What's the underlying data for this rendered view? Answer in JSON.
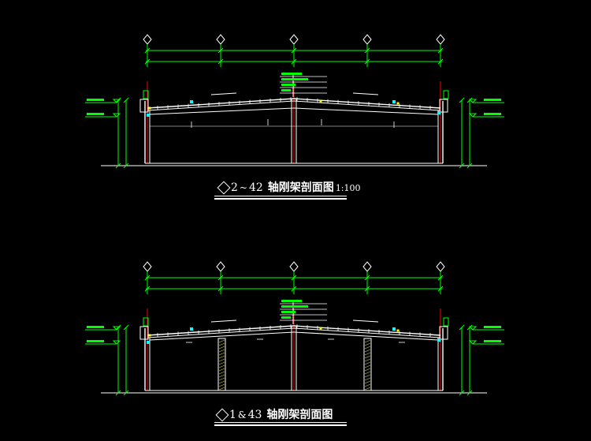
{
  "drawing_1": {
    "title_axis_start": "2",
    "title_sep": "~",
    "title_axis_end": "42",
    "title_text": "轴刚架剖面图",
    "scale": "1:100",
    "has_columns": false
  },
  "drawing_2": {
    "title_axis_start": "1",
    "title_sep": "&",
    "title_axis_end": "43",
    "title_text": "轴刚架剖面图",
    "has_columns": true
  },
  "colors": {
    "background": "#000000",
    "dimension": "#00ff00",
    "structure": "#ffffff",
    "axis_line": "#ff0000",
    "hatch": "#ffff00",
    "marker": "#00ffff"
  }
}
